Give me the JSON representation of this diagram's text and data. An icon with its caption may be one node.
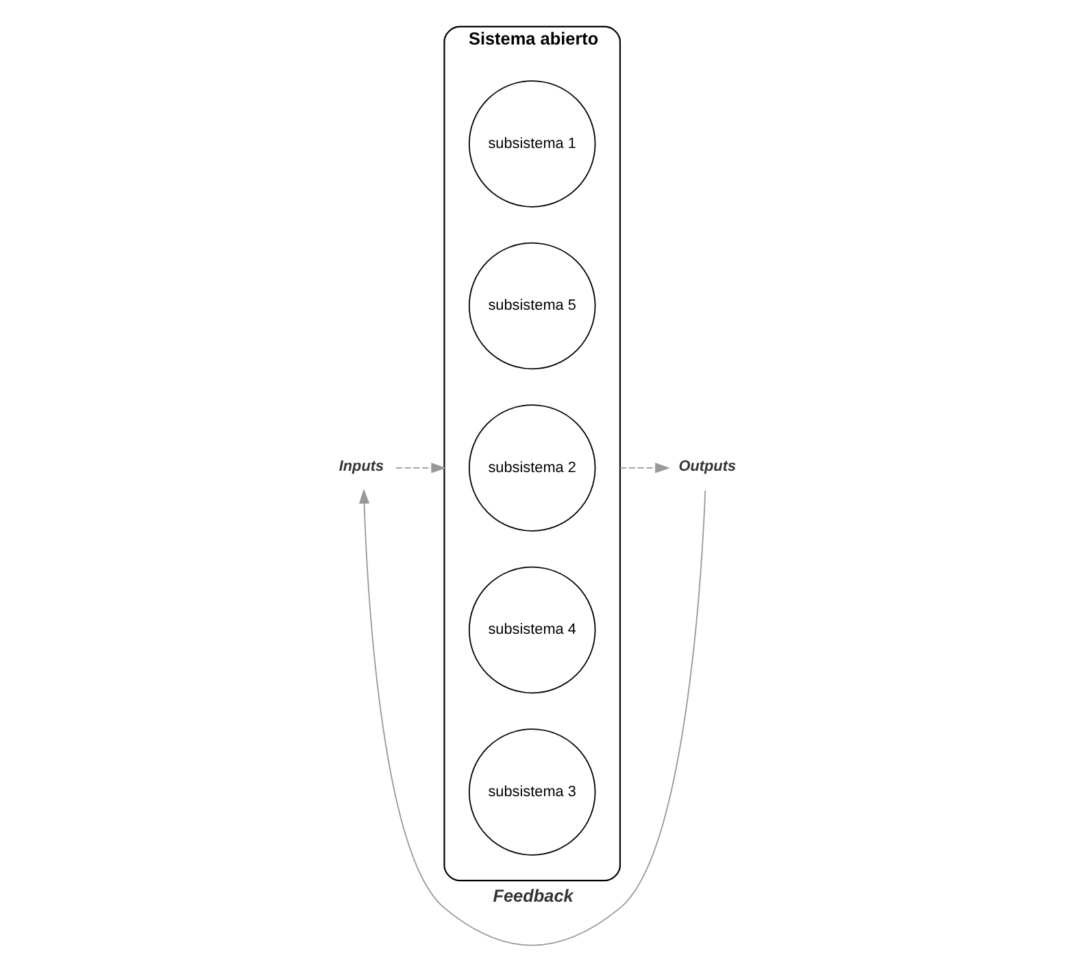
{
  "diagram": {
    "nodes": [
      {
        "text": [
          "Sistema abierto"
        ]
      },
      {
        "text": [
          "subsistema 1"
        ],
        "in": 0
      },
      {
        "text": [
          "subsistema 5"
        ],
        "in": 0
      },
      {
        "text": [
          "subsistema 2"
        ],
        "in": 0
      },
      {
        "text": [
          "subsistema 4"
        ],
        "in": 0
      },
      {
        "text": [
          "subsistema 3"
        ],
        "in": 0
      },
      {
        "text": [
          "Inputs"
        ]
      },
      {
        "text": [
          "Outputs"
        ]
      }
    ],
    "edges": [
      {
        "from": 6,
        "to": 0,
        "arrow": "to",
        "style": "dashed"
      },
      {
        "from": 0,
        "to": 7,
        "arrow": "to",
        "style": "dashed"
      },
      {
        "from": 7,
        "to": 6,
        "arrow": "to",
        "label": "Feedback"
      }
    ]
  }
}
